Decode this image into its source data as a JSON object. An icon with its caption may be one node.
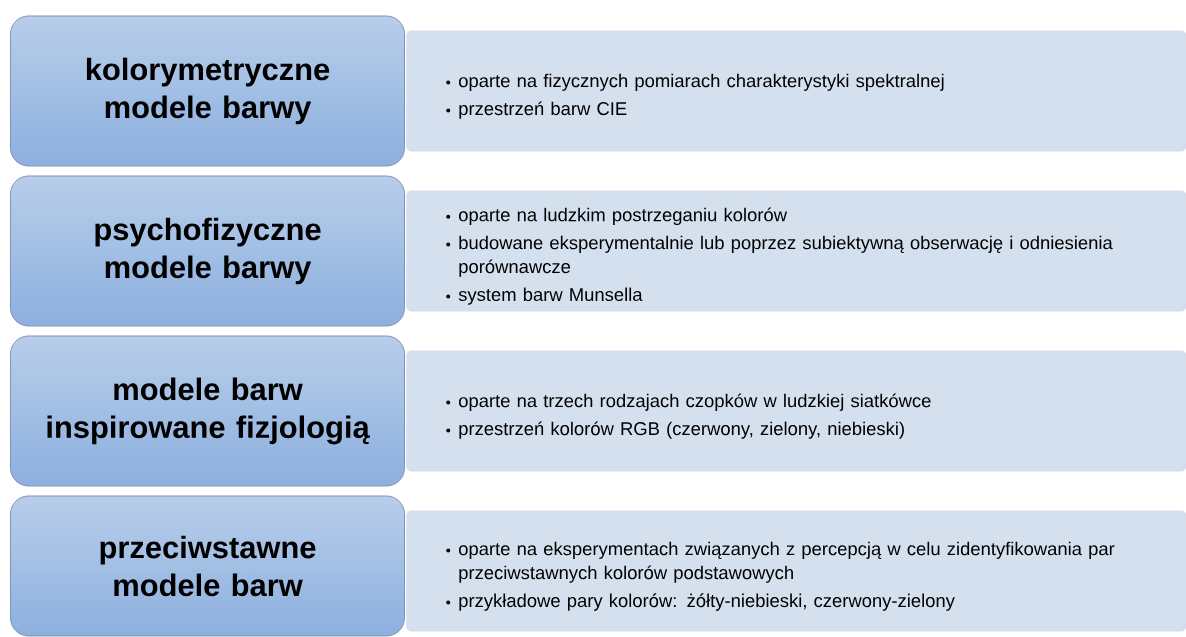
{
  "diagram": {
    "nodes": [
      {
        "text": [
          "kolorymetryczne modele barwy"
        ]
      },
      {
        "text": [
          "oparte na fizycznych pomiarach charakterystyki spektralnej",
          "przestrzeń barw CIE"
        ]
      },
      {
        "text": [
          "psychofizyczne modele barwy"
        ]
      },
      {
        "text": [
          "oparte na ludzkim postrzeganiu kolorów",
          "budowane eksperymentalnie lub poprzez subiektywną obserwację i odniesienia porównawcze",
          "system barw Munsella"
        ]
      },
      {
        "text": [
          "modele barw inspirowane fizjologią"
        ]
      },
      {
        "text": [
          "oparte na trzech rodzajach czopków w ludzkiej siatkówce",
          "przestrzeń kolorów RGB (czerwony, zielony, niebieski)"
        ]
      },
      {
        "text": [
          "przeciwstawne modele barw"
        ]
      },
      {
        "text": [
          "oparte na eksperymentach związanych z percepcją w celu zidentyfikowania par przeciwstawnych kolorów podstawowych",
          "przykładowe pary kolorów: żółty-niebieski, czerwony-zielony"
        ]
      }
    ]
  }
}
